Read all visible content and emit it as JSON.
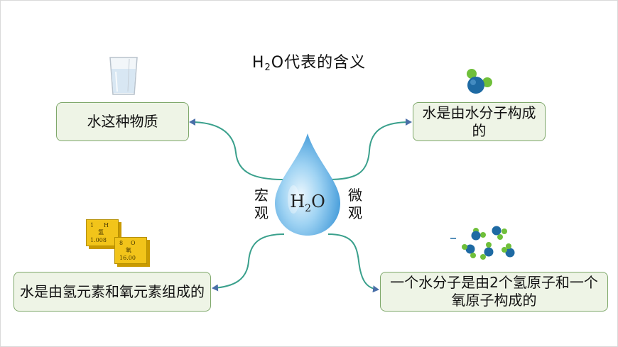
{
  "title": {
    "prefix": "H",
    "sub": "2",
    "suffix": "O代表的含义"
  },
  "center": {
    "prefix": "H",
    "sub": "2",
    "suffix": "O"
  },
  "left_label": "宏观",
  "right_label": "微观",
  "boxes": {
    "top_left": "水这种物质",
    "top_right": "水是由水分子构成的",
    "bottom_left": "水是由氢元素和氧元素组成的",
    "bottom_right": "一个水分子是由2个氢原子和一个氧原子构成的"
  },
  "element_cards": {
    "hydrogen": {
      "number": "1",
      "symbol": "H",
      "name": "氢",
      "mass": "1.008"
    },
    "oxygen": {
      "number": "8",
      "symbol": "O",
      "name": "氧",
      "mass": "16.00"
    }
  },
  "colors": {
    "box_fill": "#eef4e6",
    "box_border": "#7fa86b",
    "arrow": "#4a6fa8",
    "connector": "#3aa08c",
    "drop": "#5fb3e6"
  }
}
